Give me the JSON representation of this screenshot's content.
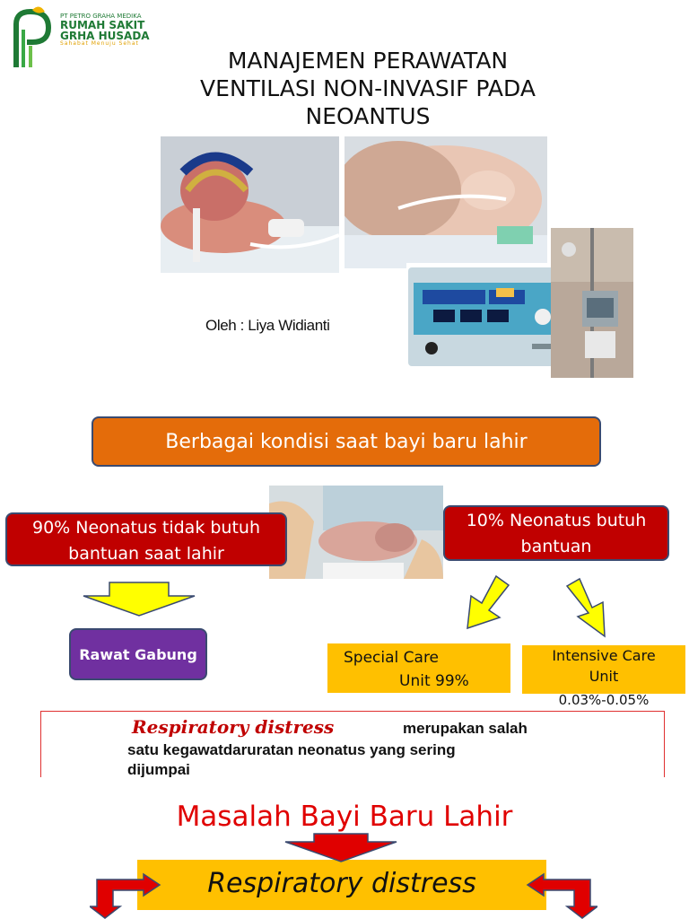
{
  "logo": {
    "line1": "PT PETRO GRAHA MEDIKA",
    "line2": "RUMAH SAKIT",
    "line3": "GRHA HUSADA",
    "line4": "Sahabat Menuju Sehat"
  },
  "title": {
    "line1": "MANAJEMEN PERAWATAN",
    "line2": "VENTILASI NON-INVASIF PADA",
    "line3": "NEOANTUS"
  },
  "author": "Oleh : Liya Widianti",
  "conditions_banner": "Berbagai kondisi saat bayi baru lahir",
  "no_help": {
    "line1": "90% Neonatus tidak butuh",
    "line2": "bantuan saat lahir"
  },
  "need_help": {
    "line1": "10% Neonatus butuh",
    "line2": "bantuan"
  },
  "rooming_in": "Rawat Gabung",
  "special_care": {
    "line1": "Special Care",
    "line2": "Unit  99%"
  },
  "intensive_care": {
    "line1": "Intensive Care",
    "line2": "Unit",
    "range": "0.03%-0.05%"
  },
  "distress_note": {
    "term": "Respiratory distress",
    "line1": "merupakan salah",
    "line2": "satu  kegawatdaruratan neonatus yang sering",
    "line3": "dijumpai"
  },
  "problem_title": "Masalah Bayi Baru Lahir",
  "distress_banner": "Respiratory distress",
  "colors": {
    "orange": "#e46c0a",
    "red": "#c00000",
    "purple": "#7030a0",
    "yellow": "#ffc000",
    "arrow_yellow": "#ffff00",
    "arrow_red": "#e00000",
    "title_red": "#e00000"
  }
}
